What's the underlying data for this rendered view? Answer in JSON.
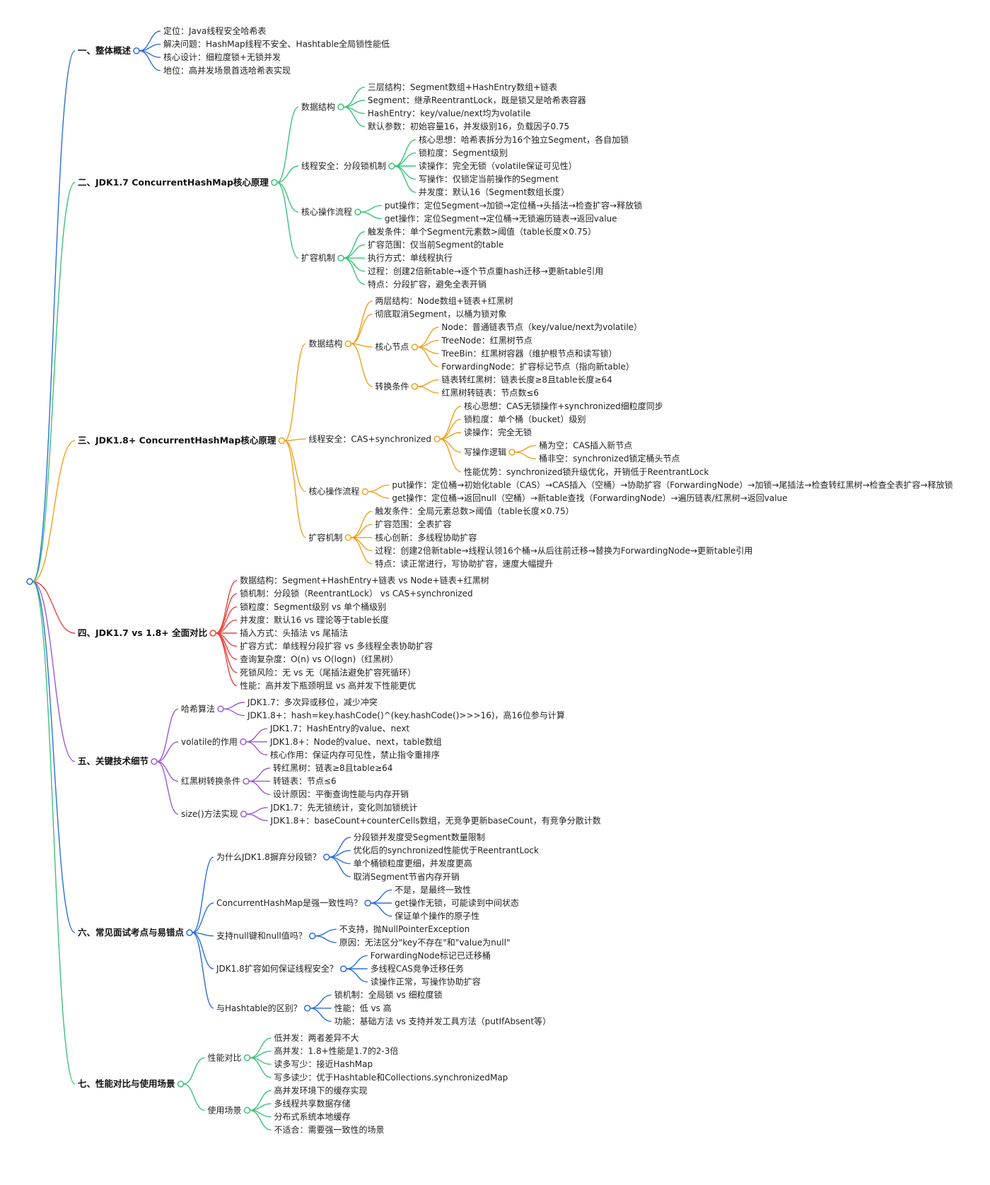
{
  "mindmap": {
    "root_label": "",
    "sections": [
      {
        "label": "一、整体概述",
        "color": "#2b6fd6",
        "children": [
          {
            "label": "定位：Java线程安全哈希表"
          },
          {
            "label": "解决问题：HashMap线程不安全、Hashtable全局锁性能低"
          },
          {
            "label": "核心设计：细粒度锁+无锁并发"
          },
          {
            "label": "地位：高并发场景首选哈希表实现"
          }
        ]
      },
      {
        "label": "二、JDK1.7 ConcurrentHashMap核心原理",
        "color": "#3cc27a",
        "children": [
          {
            "label": "数据结构",
            "children": [
              {
                "label": "三层结构：Segment数组+HashEntry数组+链表"
              },
              {
                "label": "Segment：继承ReentrantLock，既是锁又是哈希表容器"
              },
              {
                "label": "HashEntry：key/value/next均为volatile"
              },
              {
                "label": "默认参数：初始容量16，并发级别16，负载因子0.75"
              }
            ]
          },
          {
            "label": "线程安全：分段锁机制",
            "children": [
              {
                "label": "核心思想：哈希表拆分为16个独立Segment，各自加锁"
              },
              {
                "label": "锁粒度：Segment级别"
              },
              {
                "label": "读操作：完全无锁（volatile保证可见性）"
              },
              {
                "label": "写操作：仅锁定当前操作的Segment"
              },
              {
                "label": "并发度：默认16（Segment数组长度）"
              }
            ]
          },
          {
            "label": "核心操作流程",
            "children": [
              {
                "label": "put操作：定位Segment→加锁→定位桶→头插法→检查扩容→释放锁"
              },
              {
                "label": "get操作：定位Segment→定位桶→无锁遍历链表→返回value"
              }
            ]
          },
          {
            "label": "扩容机制",
            "children": [
              {
                "label": "触发条件：单个Segment元素数>阈值（table长度×0.75）"
              },
              {
                "label": "扩容范围：仅当前Segment的table"
              },
              {
                "label": "执行方式：单线程执行"
              },
              {
                "label": "过程：创建2倍新table→逐个节点重hash迁移→更新table引用"
              },
              {
                "label": "特点：分段扩容，避免全表开销"
              }
            ]
          }
        ]
      },
      {
        "label": "三、JDK1.8+ ConcurrentHashMap核心原理",
        "color": "#f0a01e",
        "children": [
          {
            "label": "数据结构",
            "children": [
              {
                "label": "两层结构：Node数组+链表+红黑树"
              },
              {
                "label": "彻底取消Segment，以桶为锁对象"
              },
              {
                "label": "核心节点",
                "children": [
                  {
                    "label": "Node：普通链表节点（key/value/next为volatile）"
                  },
                  {
                    "label": "TreeNode：红黑树节点"
                  },
                  {
                    "label": "TreeBin：红黑树容器（维护根节点和读写锁）"
                  },
                  {
                    "label": "ForwardingNode：扩容标记节点（指向新table）"
                  }
                ]
              },
              {
                "label": "转换条件",
                "children": [
                  {
                    "label": "链表转红黑树：链表长度≥8且table长度≥64"
                  },
                  {
                    "label": "红黑树转链表：节点数≤6"
                  }
                ]
              }
            ]
          },
          {
            "label": "线程安全：CAS+synchronized",
            "children": [
              {
                "label": "核心思想：CAS无锁操作+synchronized细粒度同步"
              },
              {
                "label": "锁粒度：单个桶（bucket）级别"
              },
              {
                "label": "读操作：完全无锁"
              },
              {
                "label": "写操作逻辑",
                "children": [
                  {
                    "label": "桶为空：CAS插入新节点"
                  },
                  {
                    "label": "桶非空：synchronized锁定桶头节点"
                  }
                ]
              },
              {
                "label": "性能优势：synchronized锁升级优化，开销低于ReentrantLock"
              }
            ]
          },
          {
            "label": "核心操作流程",
            "children": [
              {
                "label": "put操作：定位桶→初始化table（CAS）→CAS插入（空桶）→协助扩容（ForwardingNode）→加锁→尾插法→检查转红黑树→检查全表扩容→释放锁"
              },
              {
                "label": "get操作：定位桶→返回null（空桶）→新table查找（ForwardingNode）→遍历链表/红黑树→返回value"
              }
            ]
          },
          {
            "label": "扩容机制",
            "children": [
              {
                "label": "触发条件：全局元素总数>阈值（table长度×0.75）"
              },
              {
                "label": "扩容范围：全表扩容"
              },
              {
                "label": "核心创新：多线程协助扩容"
              },
              {
                "label": "过程：创建2倍新table→线程认领16个桶→从后往前迁移→替换为ForwardingNode→更新table引用"
              },
              {
                "label": "特点：读正常进行，写协助扩容，速度大幅提升"
              }
            ]
          }
        ]
      },
      {
        "label": "四、JDK1.7 vs 1.8+ 全面对比",
        "color": "#e8453c",
        "children": [
          {
            "label": "数据结构：Segment+HashEntry+链表 vs Node+链表+红黑树"
          },
          {
            "label": "锁机制：分段锁（ReentrantLock） vs CAS+synchronized"
          },
          {
            "label": "锁粒度：Segment级别 vs 单个桶级别"
          },
          {
            "label": "并发度：默认16 vs 理论等于table长度"
          },
          {
            "label": "插入方式：头插法 vs 尾插法"
          },
          {
            "label": "扩容方式：单线程分段扩容 vs 多线程全表协助扩容"
          },
          {
            "label": "查询复杂度：O(n) vs O(logn)（红黑树）"
          },
          {
            "label": "死锁风险：无 vs 无（尾插法避免扩容死循环）"
          },
          {
            "label": "性能：高并发下瓶颈明显 vs 高并发下性能更优"
          }
        ]
      },
      {
        "label": "五、关键技术细节",
        "color": "#9b59d0",
        "children": [
          {
            "label": "哈希算法",
            "children": [
              {
                "label": "JDK1.7：多次异或移位，减少冲突"
              },
              {
                "label": "JDK1.8+：hash=key.hashCode()^(key.hashCode()>>>16)，高16位参与计算"
              }
            ]
          },
          {
            "label": "volatile的作用",
            "children": [
              {
                "label": "JDK1.7：HashEntry的value、next"
              },
              {
                "label": "JDK1.8+：Node的value、next，table数组"
              },
              {
                "label": "核心作用：保证内存可见性，禁止指令重排序"
              }
            ]
          },
          {
            "label": "红黑树转换条件",
            "children": [
              {
                "label": "转红黑树：链表≥8且table≥64"
              },
              {
                "label": "转链表：节点≤6"
              },
              {
                "label": "设计原因：平衡查询性能与内存开销"
              }
            ]
          },
          {
            "label": "size()方法实现",
            "children": [
              {
                "label": "JDK1.7：先无锁统计，变化则加锁统计"
              },
              {
                "label": "JDK1.8+：baseCount+counterCells数组，无竞争更新baseCount，有竞争分散计数"
              }
            ]
          }
        ]
      },
      {
        "label": "六、常见面试考点与易错点",
        "color": "#2b6fd6",
        "children": [
          {
            "label": "为什么JDK1.8摒弃分段锁？",
            "children": [
              {
                "label": "分段锁并发度受Segment数量限制"
              },
              {
                "label": "优化后的synchronized性能优于ReentrantLock"
              },
              {
                "label": "单个桶锁粒度更细，并发度更高"
              },
              {
                "label": "取消Segment节省内存开销"
              }
            ]
          },
          {
            "label": "ConcurrentHashMap是强一致性吗？",
            "children": [
              {
                "label": "不是，是最终一致性"
              },
              {
                "label": "get操作无锁，可能读到中间状态"
              },
              {
                "label": "保证单个操作的原子性"
              }
            ]
          },
          {
            "label": "支持null键和null值吗？",
            "children": [
              {
                "label": "不支持，抛NullPointerException"
              },
              {
                "label": "原因：无法区分\"key不存在\"和\"value为null\""
              }
            ]
          },
          {
            "label": "JDK1.8扩容如何保证线程安全？",
            "children": [
              {
                "label": "ForwardingNode标记已迁移桶"
              },
              {
                "label": "多线程CAS竞争迁移任务"
              },
              {
                "label": "读操作正常，写操作协助扩容"
              }
            ]
          },
          {
            "label": "与Hashtable的区别？",
            "children": [
              {
                "label": "锁机制：全局锁 vs 细粒度锁"
              },
              {
                "label": "性能：低 vs 高"
              },
              {
                "label": "功能：基础方法 vs 支持并发工具方法（putIfAbsent等）"
              }
            ]
          }
        ]
      },
      {
        "label": "七、性能对比与使用场景",
        "color": "#3cc27a",
        "children": [
          {
            "label": "性能对比",
            "children": [
              {
                "label": "低并发：两者差异不大"
              },
              {
                "label": "高并发：1.8+性能是1.7的2-3倍"
              },
              {
                "label": "读多写少：接近HashMap"
              },
              {
                "label": "写多读少：优于Hashtable和Collections.synchronizedMap"
              }
            ]
          },
          {
            "label": "使用场景",
            "children": [
              {
                "label": "高并发环境下的缓存实现"
              },
              {
                "label": "多线程共享数据存储"
              },
              {
                "label": "分布式系统本地缓存"
              },
              {
                "label": "不适合：需要强一致性的场景"
              }
            ]
          }
        ]
      }
    ]
  }
}
